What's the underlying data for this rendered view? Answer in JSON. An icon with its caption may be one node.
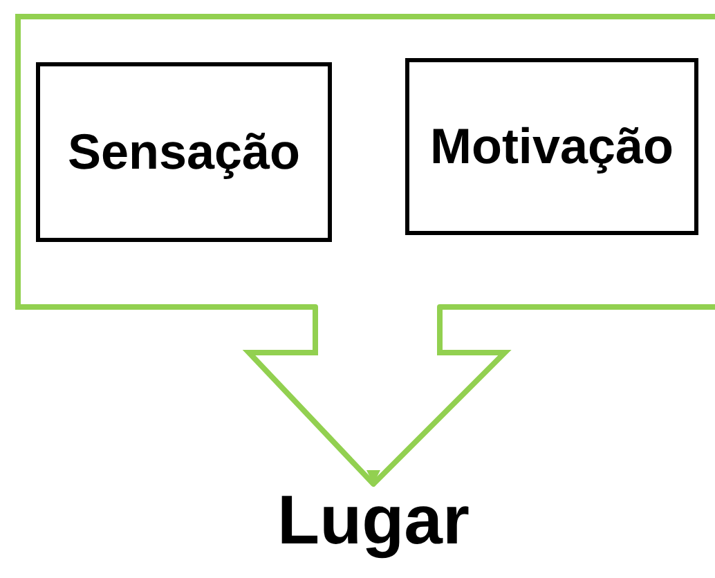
{
  "diagram": {
    "nodes": [
      {
        "text": [],
        "shape": "callout"
      },
      {
        "text": [
          "Sensação"
        ],
        "in": 0
      },
      {
        "text": [
          "Motivação"
        ],
        "in": 0
      },
      {
        "text": [
          "Lugar"
        ]
      }
    ],
    "edges": [
      {
        "from": 0,
        "to": 3,
        "arrow": "to"
      }
    ]
  }
}
